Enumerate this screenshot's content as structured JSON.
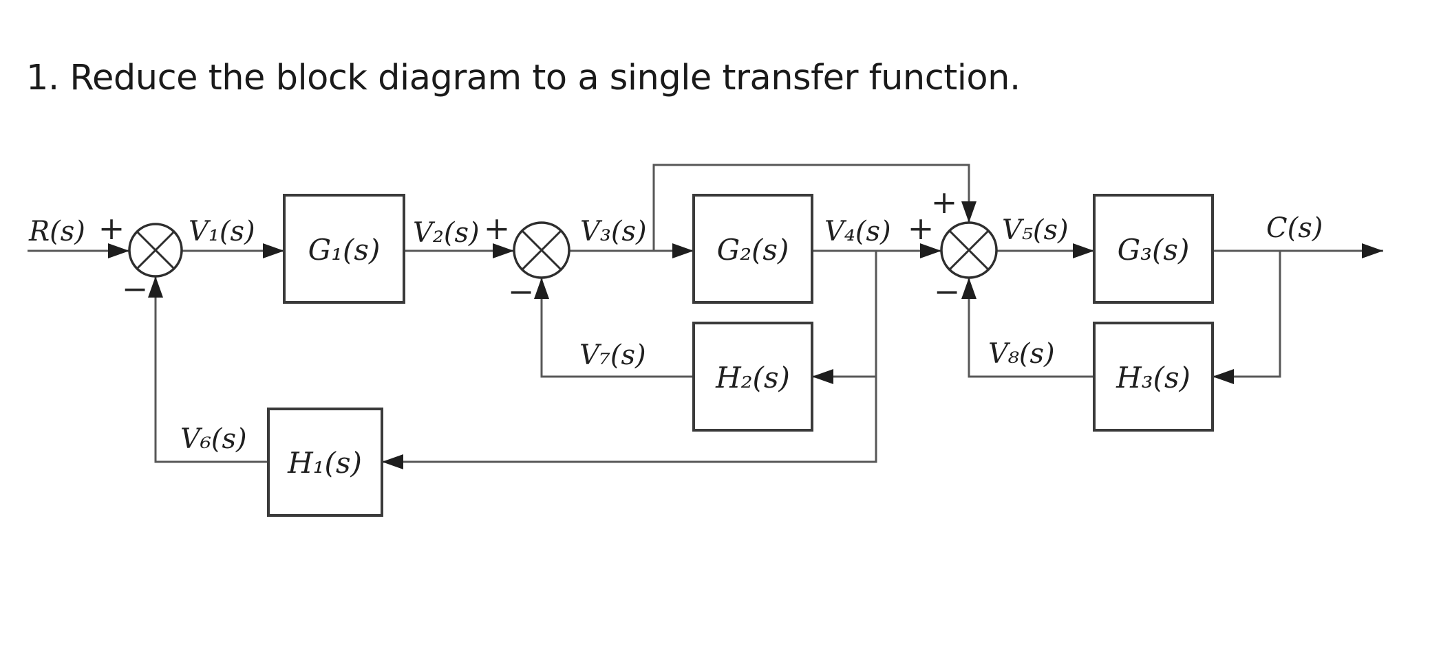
{
  "title": "1. Reduce the block diagram to a single transfer function.",
  "diagram": {
    "input_label": "R(s)",
    "output_label": "C(s)",
    "blocks": {
      "g1": "G₁(s)",
      "g2": "G₂(s)",
      "g3": "G₃(s)",
      "h1": "H₁(s)",
      "h2": "H₂(s)",
      "h3": "H₃(s)"
    },
    "signals": {
      "v1": "V₁(s)",
      "v2": "V₂(s)",
      "v3": "V₃(s)",
      "v4": "V₄(s)",
      "v5": "V₅(s)",
      "v6": "V₆(s)",
      "v7": "V₇(s)",
      "v8": "V₈(s)"
    },
    "signs": {
      "sum1_plus": "+",
      "sum1_minus": "−",
      "sum2_plus": "+",
      "sum2_minus": "−",
      "sum3_plus_left": "+",
      "sum3_plus_top": "+",
      "sum3_minus": "−"
    },
    "colors": {
      "wire": "#575757",
      "block_border": "#3a3a3a",
      "arrowhead": "#1e1e1e",
      "text": "#1f1f1f"
    }
  }
}
